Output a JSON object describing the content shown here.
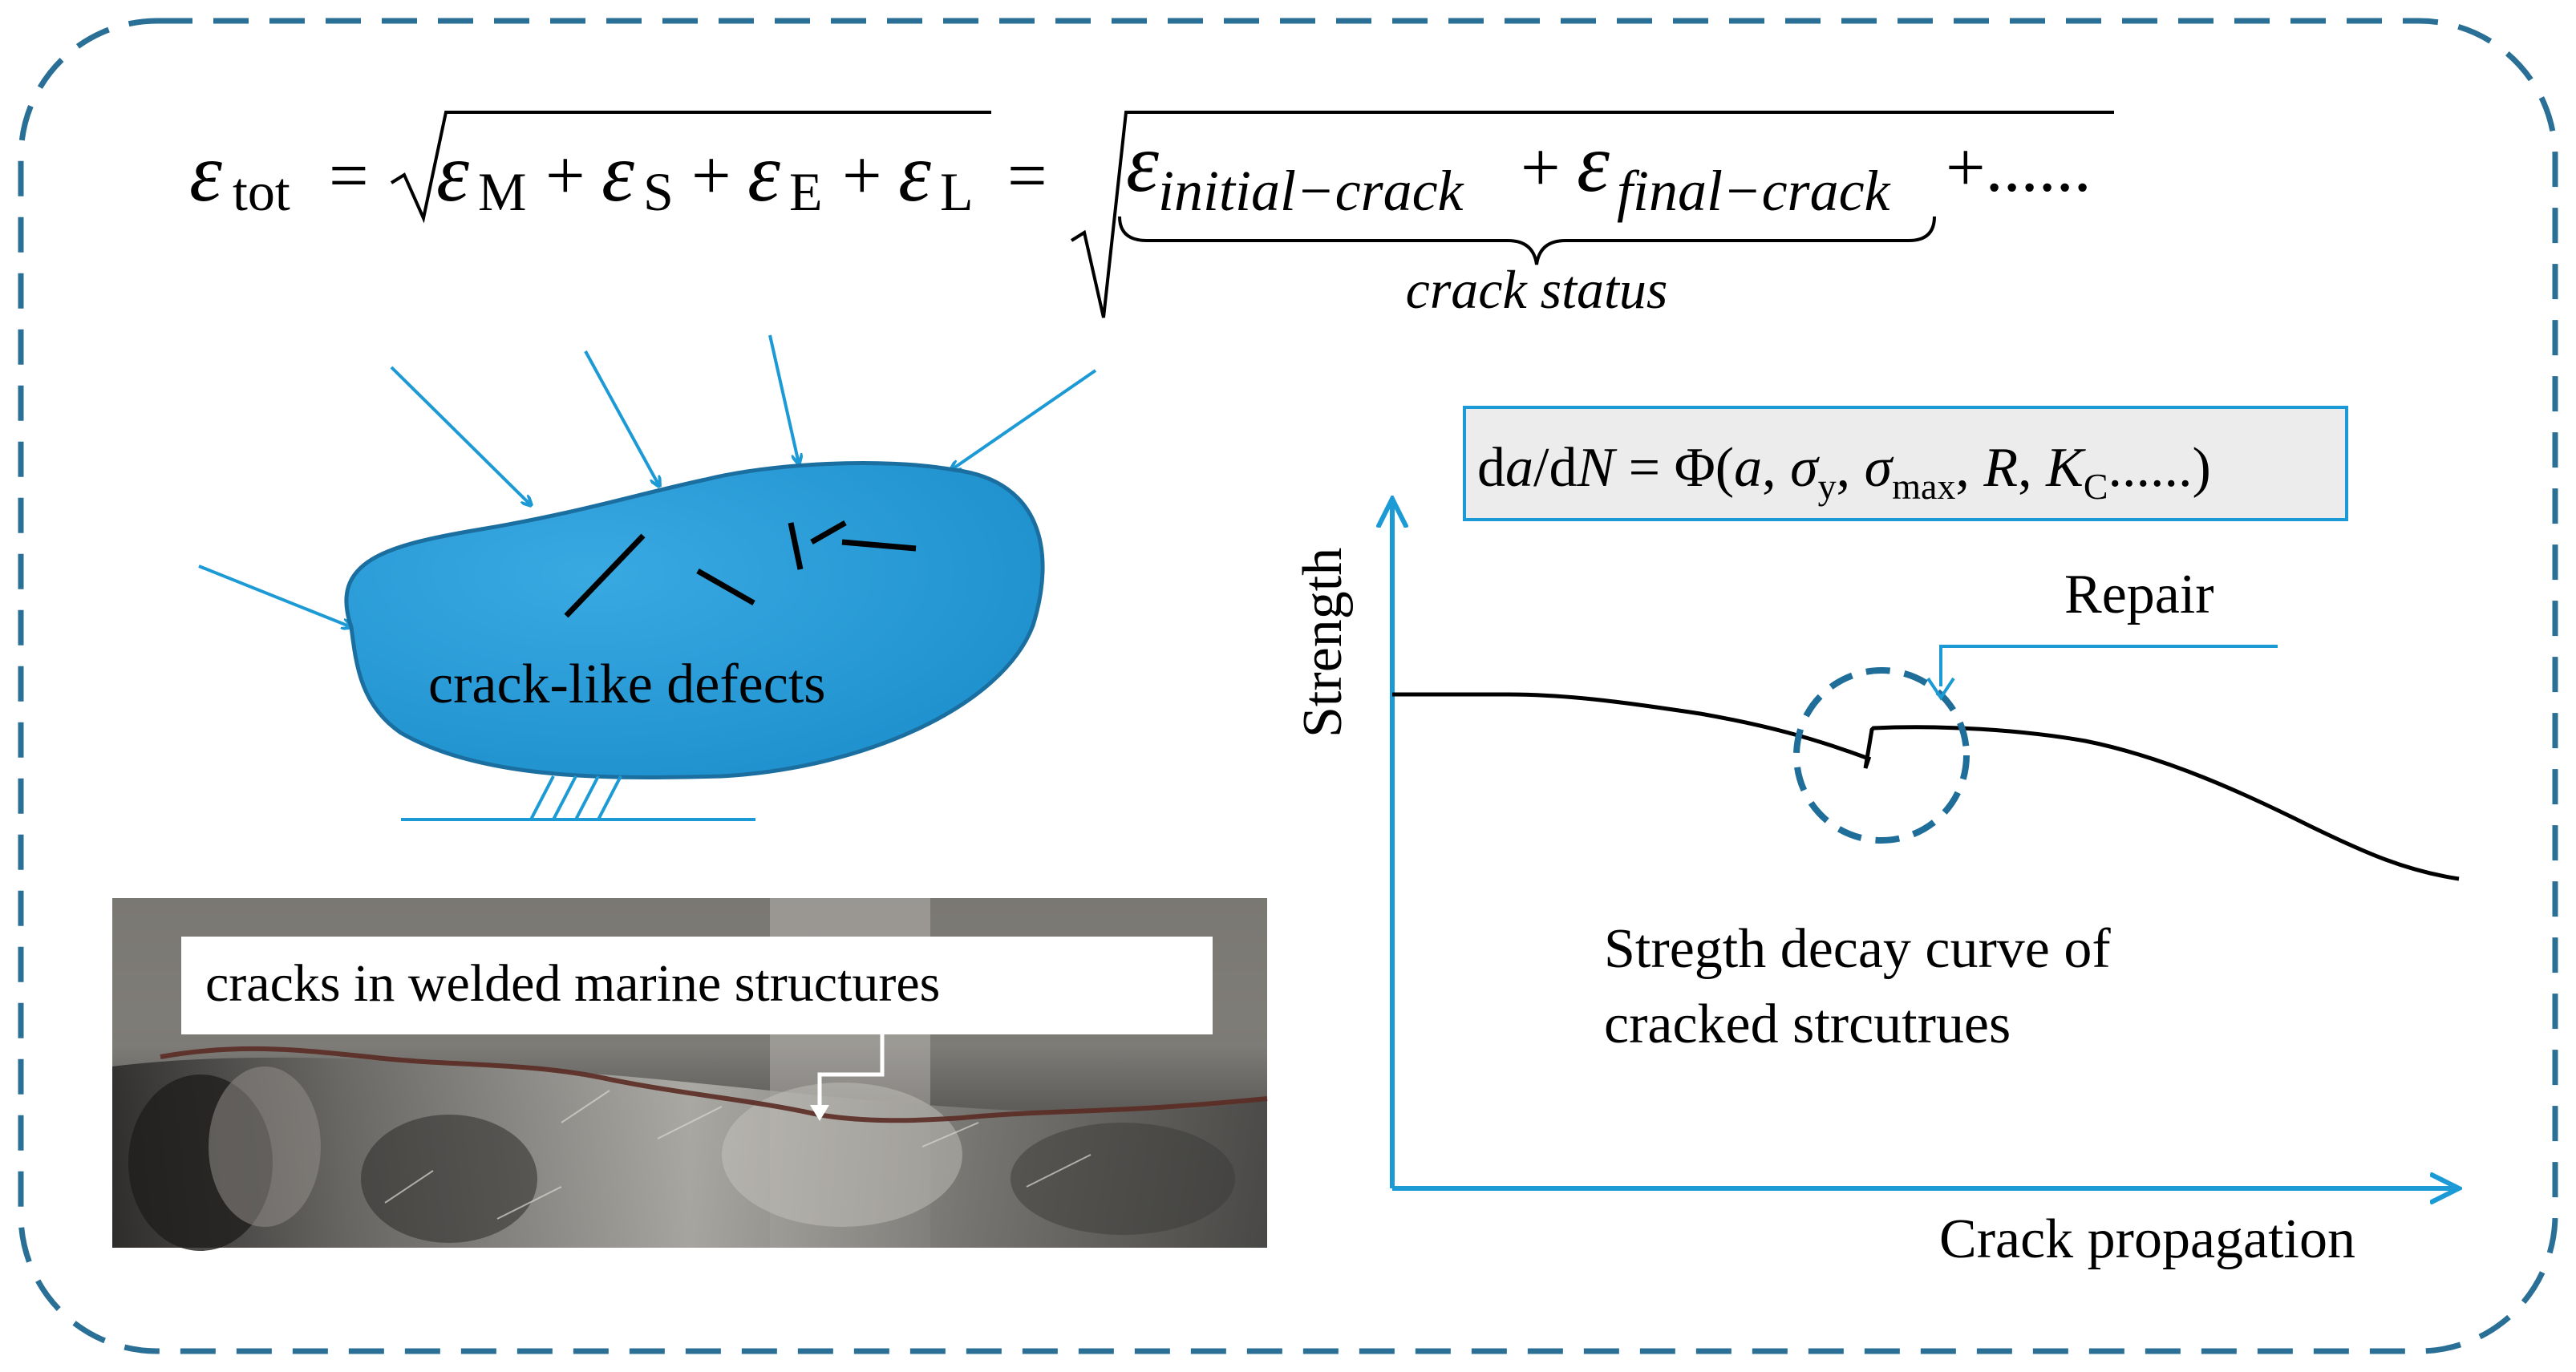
{
  "colors": {
    "frame": "#2a6f96",
    "accent": "#1c9ad6",
    "blob_fill": "#1f97d5",
    "blob_stroke": "#1a6fa0",
    "box_fill": "#ececec",
    "curve": "#000000"
  },
  "equation": {
    "lhs_symbol": "ε",
    "lhs_sub": "tot",
    "eq1": "=",
    "eps": "ε",
    "sub_m": "M",
    "sub_s": "S",
    "sub_e": "E",
    "sub_l": "L",
    "plus": "+",
    "eq2": "=",
    "sub_initial": "initial−crack",
    "sub_final": "final−crack",
    "tail": "+......",
    "brace_label": "crack status"
  },
  "defects": {
    "label": "crack-like defects"
  },
  "photo": {
    "caption": "cracks in welded marine structures"
  },
  "formula_box": {
    "lhs": "d",
    "a": "a",
    "slash_d": "/d",
    "N": "N",
    "eq": " = Φ(",
    "args_a": "a",
    "comma": ", ",
    "sigma": "σ",
    "sub_y": "y",
    "sub_max": "max",
    "R": "R",
    "K": "K",
    "sub_C": "C",
    "tail": "......)"
  },
  "chart": {
    "y_axis_label": "Strength",
    "x_axis_label": "Crack propagation",
    "repair_label": "Repair",
    "caption_line1": "Stregth decay curve of",
    "caption_line2": "cracked strcutrues"
  }
}
